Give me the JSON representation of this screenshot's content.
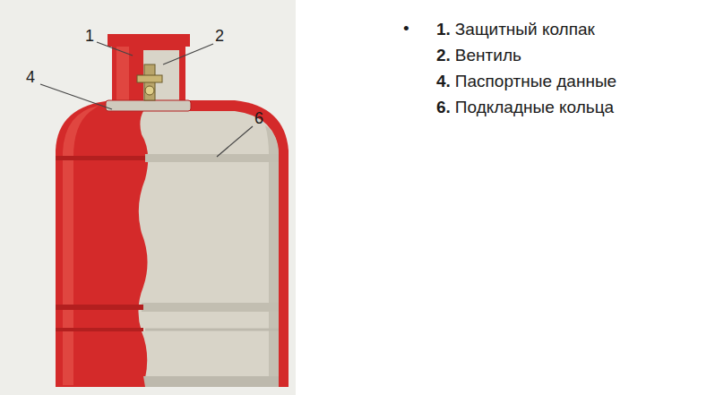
{
  "diagram": {
    "labels": [
      "1",
      "2",
      "4",
      "6",
      "•",
      "1.",
      "Защитный колпак",
      "2.",
      "Вентиль",
      "4.",
      "Паспортные данные",
      "6.",
      "Подкладные кольца"
    ]
  }
}
